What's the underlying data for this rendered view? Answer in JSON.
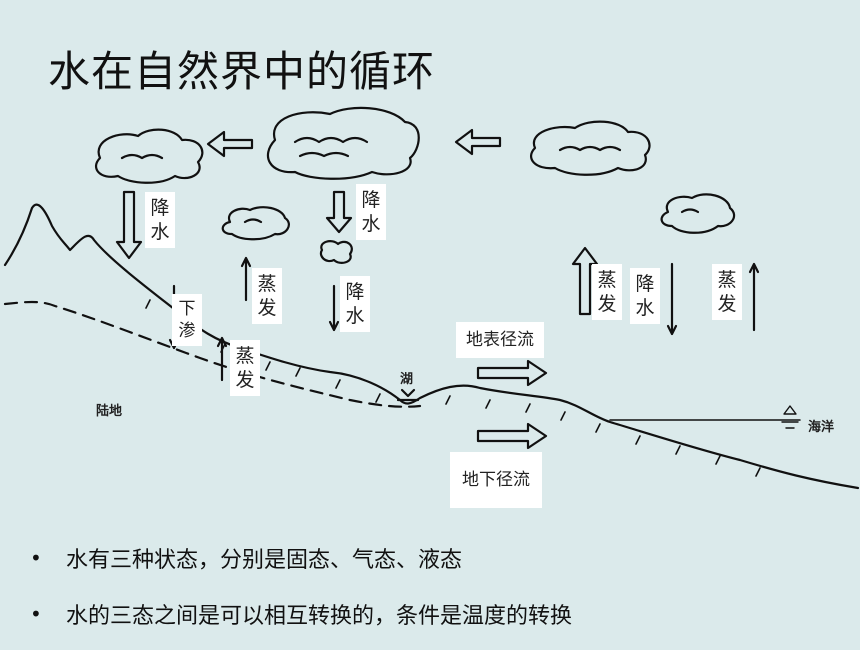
{
  "title": "水在自然界中的循环",
  "labels": {
    "precip_left": "降水",
    "precip_mid": "降水",
    "precip_mid2": "降水",
    "infiltration": "下渗",
    "evap_left": "蒸发",
    "evap_low": "蒸发",
    "evap_right1": "蒸发",
    "precip_right": "降水",
    "evap_right2": "蒸发",
    "surface_runoff": "地表径流",
    "ground_runoff": "地下径流"
  },
  "map_text": {
    "land": "陆地",
    "lake": "湖",
    "ocean": "海洋"
  },
  "bullets": [
    "水有三种状态，分别是固态、气态、液态",
    "水的三态之间是可以相互转换的，条件是温度的转换"
  ]
}
